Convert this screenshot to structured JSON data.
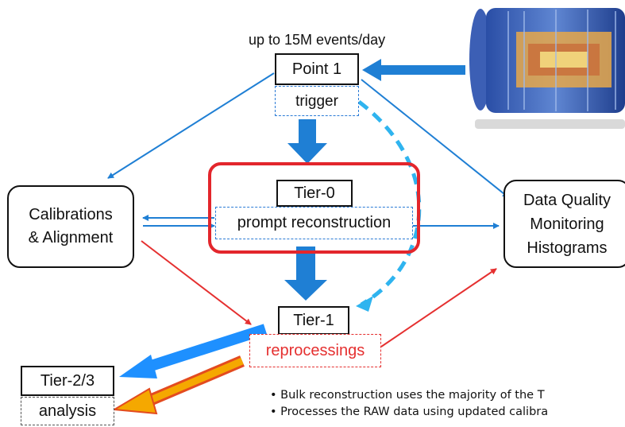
{
  "header": {
    "events_note": "up to 15M events/day"
  },
  "nodes": {
    "point1": {
      "label": "Point 1",
      "sub": "trigger"
    },
    "tier0": {
      "label": "Tier-0",
      "sub": "prompt reconstruction"
    },
    "tier1": {
      "label": "Tier-1",
      "sub": "reprocessings"
    },
    "tier23": {
      "label": "Tier-2/3",
      "sub": "analysis"
    },
    "calib": {
      "label": "Calibrations\n& Alignment"
    },
    "dq": {
      "label": "Data Quality\nMonitoring\nHistograms"
    }
  },
  "bullets": [
    "Bulk reconstruction uses the majority of the T",
    "Processes the RAW data using updated calibra"
  ],
  "colors": {
    "blue": "#1f7fd4",
    "red": "#e53030",
    "orange": "#f5a800",
    "frame": "#e3262c"
  }
}
